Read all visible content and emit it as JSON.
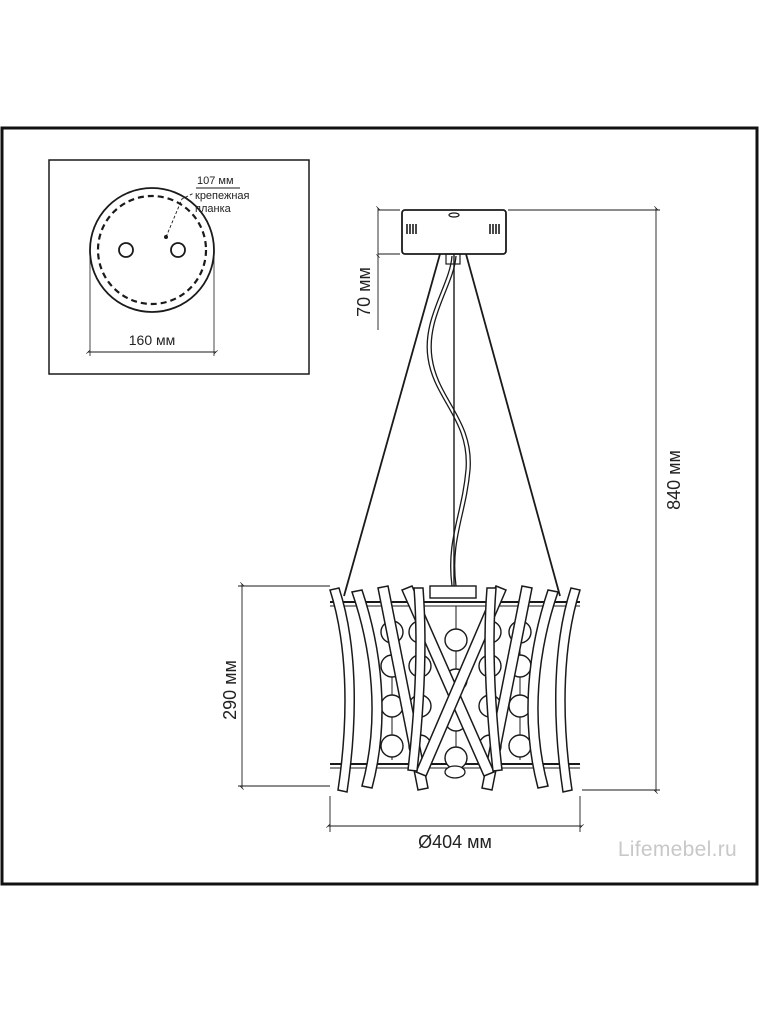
{
  "mount_detail": {
    "bracket_spacing": "107 мм",
    "bracket_label_line1": "крепежная",
    "bracket_label_line2": "планка",
    "canopy_diameter": "160 мм"
  },
  "dimensions": {
    "suspension_height": "70 мм",
    "total_height": "840 мм",
    "shade_height": "290 мм",
    "shade_diameter": "Ø404 мм"
  },
  "watermark": "Lifemebel.ru",
  "colors": {
    "line": "#1a1a1a",
    "watermark": "#c8c8c8"
  }
}
